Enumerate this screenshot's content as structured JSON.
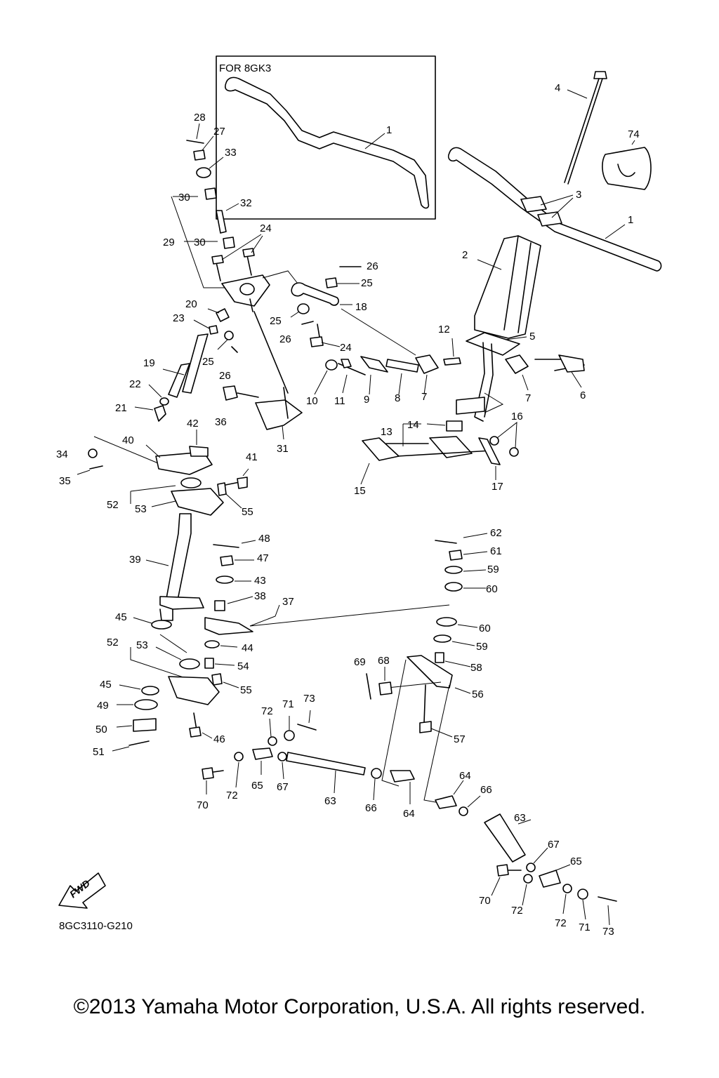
{
  "inset": {
    "label": "FOR 8GK3",
    "callout": "1"
  },
  "diagram_code": "8GC3110-G210",
  "fwd_label": "FWD",
  "copyright": "©2013 Yamaha Motor Corporation, U.S.A. All rights reserved.",
  "callouts": [
    {
      "id": "c4",
      "text": "4"
    },
    {
      "id": "c74",
      "text": "74"
    },
    {
      "id": "c3",
      "text": "3"
    },
    {
      "id": "c1",
      "text": "1"
    },
    {
      "id": "c2",
      "text": "2"
    },
    {
      "id": "c28",
      "text": "28"
    },
    {
      "id": "c27",
      "text": "27"
    },
    {
      "id": "c33",
      "text": "33"
    },
    {
      "id": "c30a",
      "text": "30"
    },
    {
      "id": "c32",
      "text": "32"
    },
    {
      "id": "c24a",
      "text": "24"
    },
    {
      "id": "c29",
      "text": "29"
    },
    {
      "id": "c30b",
      "text": "30"
    },
    {
      "id": "c26a",
      "text": "26"
    },
    {
      "id": "c25a",
      "text": "25"
    },
    {
      "id": "c18",
      "text": "18"
    },
    {
      "id": "c25b",
      "text": "25"
    },
    {
      "id": "c26b",
      "text": "26"
    },
    {
      "id": "c24b",
      "text": "24"
    },
    {
      "id": "c20",
      "text": "20"
    },
    {
      "id": "c23",
      "text": "23"
    },
    {
      "id": "c25c",
      "text": "25"
    },
    {
      "id": "c26c",
      "text": "26"
    },
    {
      "id": "c12",
      "text": "12"
    },
    {
      "id": "c5",
      "text": "5"
    },
    {
      "id": "c19",
      "text": "19"
    },
    {
      "id": "c22",
      "text": "22"
    },
    {
      "id": "c21",
      "text": "21"
    },
    {
      "id": "c36",
      "text": "36"
    },
    {
      "id": "c31",
      "text": "31"
    },
    {
      "id": "c10",
      "text": "10"
    },
    {
      "id": "c11",
      "text": "11"
    },
    {
      "id": "c9",
      "text": "9"
    },
    {
      "id": "c8",
      "text": "8"
    },
    {
      "id": "c7a",
      "text": "7"
    },
    {
      "id": "c7b",
      "text": "7"
    },
    {
      "id": "c6",
      "text": "6"
    },
    {
      "id": "c42",
      "text": "42"
    },
    {
      "id": "c40",
      "text": "40"
    },
    {
      "id": "c34",
      "text": "34"
    },
    {
      "id": "c35",
      "text": "35"
    },
    {
      "id": "c41",
      "text": "41"
    },
    {
      "id": "c14",
      "text": "14"
    },
    {
      "id": "c13",
      "text": "13"
    },
    {
      "id": "c16",
      "text": "16"
    },
    {
      "id": "c15",
      "text": "15"
    },
    {
      "id": "c17",
      "text": "17"
    },
    {
      "id": "c52a",
      "text": "52"
    },
    {
      "id": "c53a",
      "text": "53"
    },
    {
      "id": "c55a",
      "text": "55"
    },
    {
      "id": "c48",
      "text": "48"
    },
    {
      "id": "c62",
      "text": "62"
    },
    {
      "id": "c61",
      "text": "61"
    },
    {
      "id": "c47",
      "text": "47"
    },
    {
      "id": "c39",
      "text": "39"
    },
    {
      "id": "c59a",
      "text": "59"
    },
    {
      "id": "c43",
      "text": "43"
    },
    {
      "id": "c60a",
      "text": "60"
    },
    {
      "id": "c38",
      "text": "38"
    },
    {
      "id": "c37",
      "text": "37"
    },
    {
      "id": "c45a",
      "text": "45"
    },
    {
      "id": "c60b",
      "text": "60"
    },
    {
      "id": "c52b",
      "text": "52"
    },
    {
      "id": "c53b",
      "text": "53"
    },
    {
      "id": "c44",
      "text": "44"
    },
    {
      "id": "c59b",
      "text": "59"
    },
    {
      "id": "c69",
      "text": "69"
    },
    {
      "id": "c68",
      "text": "68"
    },
    {
      "id": "c54",
      "text": "54"
    },
    {
      "id": "c58",
      "text": "58"
    },
    {
      "id": "c45b",
      "text": "45"
    },
    {
      "id": "c55b",
      "text": "55"
    },
    {
      "id": "c56",
      "text": "56"
    },
    {
      "id": "c49",
      "text": "49"
    },
    {
      "id": "c73a",
      "text": "73"
    },
    {
      "id": "c72a",
      "text": "72"
    },
    {
      "id": "c71a",
      "text": "71"
    },
    {
      "id": "c50",
      "text": "50"
    },
    {
      "id": "c46",
      "text": "46"
    },
    {
      "id": "c57",
      "text": "57"
    },
    {
      "id": "c51",
      "text": "51"
    },
    {
      "id": "c64a",
      "text": "64"
    },
    {
      "id": "c66a",
      "text": "66"
    },
    {
      "id": "c72b",
      "text": "72"
    },
    {
      "id": "c65a",
      "text": "65"
    },
    {
      "id": "c67a",
      "text": "67"
    },
    {
      "id": "c63a",
      "text": "63"
    },
    {
      "id": "c66b",
      "text": "66"
    },
    {
      "id": "c64b",
      "text": "64"
    },
    {
      "id": "c70a",
      "text": "70"
    },
    {
      "id": "c63b",
      "text": "63"
    },
    {
      "id": "c67b",
      "text": "67"
    },
    {
      "id": "c65b",
      "text": "65"
    },
    {
      "id": "c70b",
      "text": "70"
    },
    {
      "id": "c72c",
      "text": "72"
    },
    {
      "id": "c72d",
      "text": "72"
    },
    {
      "id": "c71b",
      "text": "71"
    },
    {
      "id": "c73b",
      "text": "73"
    }
  ]
}
